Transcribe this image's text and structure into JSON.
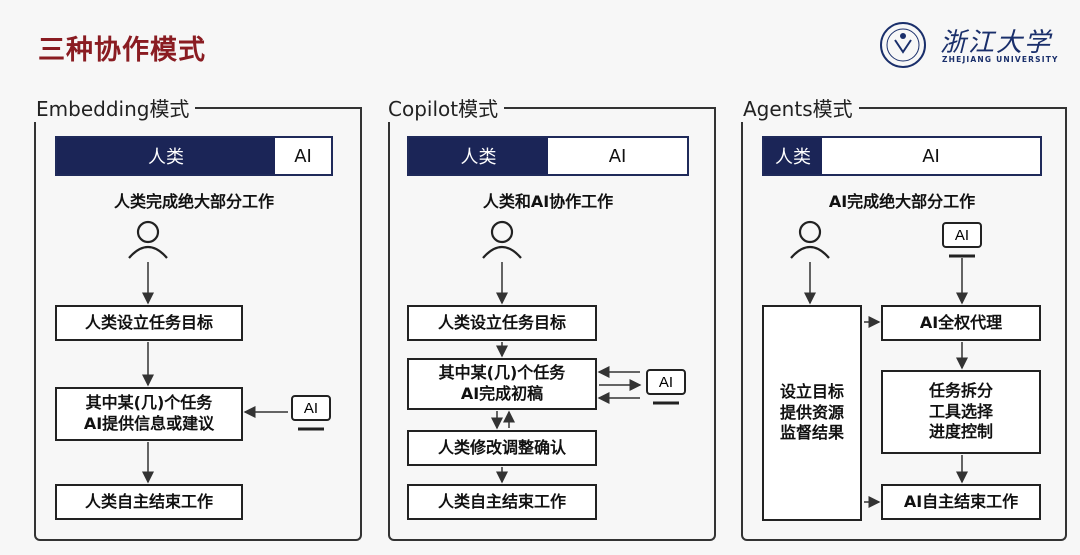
{
  "title": "三种协作模式",
  "logo": {
    "name": "浙江大学",
    "sub": "ZHEJIANG UNIVERSITY"
  },
  "panels": [
    {
      "heading": "Embedding模式",
      "human_label": "人类",
      "ai_label": "AI",
      "caption": "人类完成绝大部分工作",
      "steps": [
        "人类设立任务目标",
        "其中某(几)个任务\nAI提供信息或建议",
        "人类自主结束工作"
      ],
      "ai_icon": "AI"
    },
    {
      "heading": "Copilot模式",
      "human_label": "人类",
      "ai_label": "AI",
      "caption": "人类和AI协作工作",
      "steps": [
        "人类设立任务目标",
        "其中某(几)个任务\nAI完成初稿",
        "人类修改调整确认",
        "人类自主结束工作"
      ],
      "ai_icon": "AI"
    },
    {
      "heading": "Agents模式",
      "human_label": "人类",
      "ai_label": "AI",
      "caption": "AI完成绝大部分工作",
      "side_box": "设立目标\n提供资源\n监督结果",
      "steps": [
        "AI全权代理",
        "任务拆分\n工具选择\n进度控制",
        "AI自主结束工作"
      ],
      "ai_icon": "AI"
    }
  ]
}
